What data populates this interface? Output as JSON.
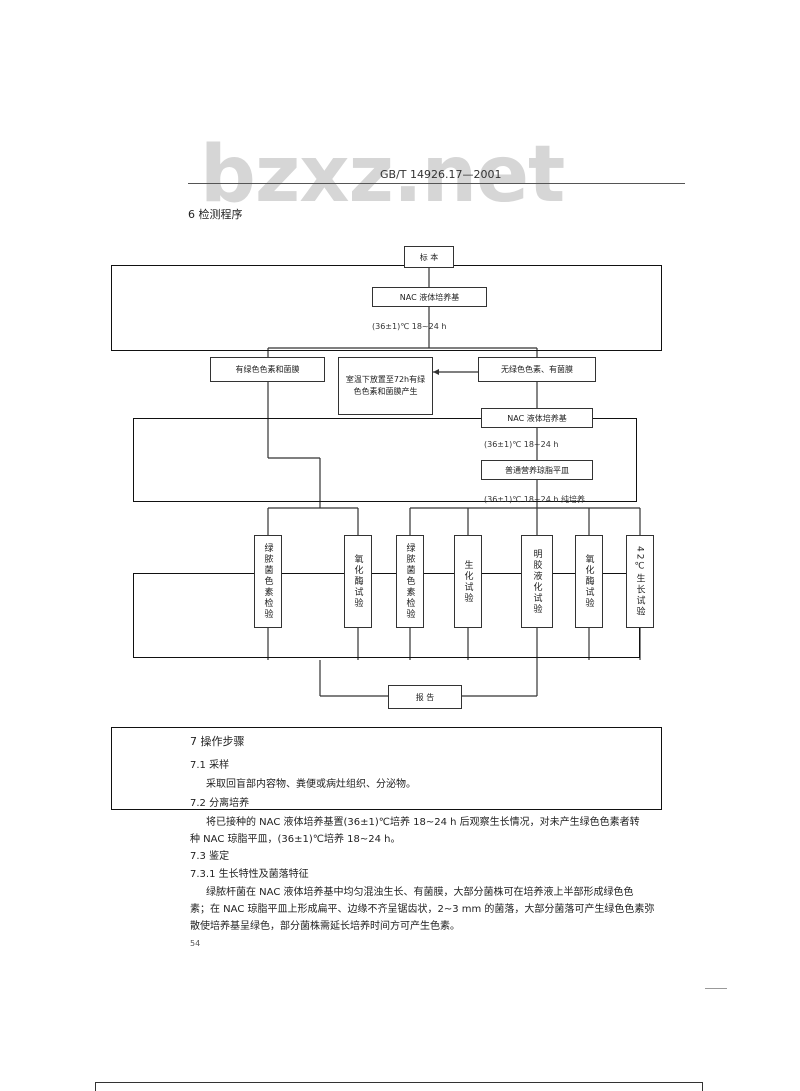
{
  "watermark": "bzxz.net",
  "header": {
    "standard_code": "GB/T 14926.17—2001"
  },
  "section6": {
    "title": "6  检测程序"
  },
  "flow": {
    "sample": "标  本",
    "nac_broth_1": "NAC 液体培养基",
    "cond_1": "(36±1)℃    18~24 h",
    "green_pellicle": "有绿色色素和菌膜",
    "room_temp": "室温下放置至72h有绿色色素和菌膜产生",
    "no_green": "无绿色色素、有菌膜",
    "nac_broth_2": "NAC 液体培养基",
    "cond_2": "(36±1)℃    18~24 h",
    "plate": "普通营养琼脂平皿",
    "cond_3": "(36±1)℃    18~24 h  纯培养",
    "tests": [
      "绿脓菌色素检验",
      "氧化酶试验",
      "绿脓菌色素检验",
      "生化试验",
      "明胶液化试验",
      "氧化酶试验",
      "42℃生长试验"
    ],
    "report": "报  告"
  },
  "section7": {
    "title": "7  操作步骤",
    "s71_title": "7.1  采样",
    "s71_text": "采取回盲部内容物、粪便或病灶组织、分泌物。",
    "s72_title": "7.2  分离培养",
    "s72_text_1": "将已接种的 NAC 液体培养基置(36±1)℃培养 18~24 h 后观察生长情况，对未产生绿色色素者转",
    "s72_text_2": "种 NAC 琼脂平皿，(36±1)℃培养 18~24 h。",
    "s73_title": "7.3  鉴定",
    "s731_title": "7.3.1  生长特性及菌落特征",
    "s731_text_1": "绿脓杆菌在 NAC 液体培养基中均匀混浊生长、有菌膜，大部分菌株可在培养液上半部形成绿色色",
    "s731_text_2": "素；在 NAC 琼脂平皿上形成扁平、边缘不齐呈锯齿状，2~3 mm 的菌落，大部分菌落可产生绿色色素弥",
    "s731_text_3": "散使培养基呈绿色，部分菌株需延长培养时间方可产生色素。"
  },
  "page_number": "54"
}
